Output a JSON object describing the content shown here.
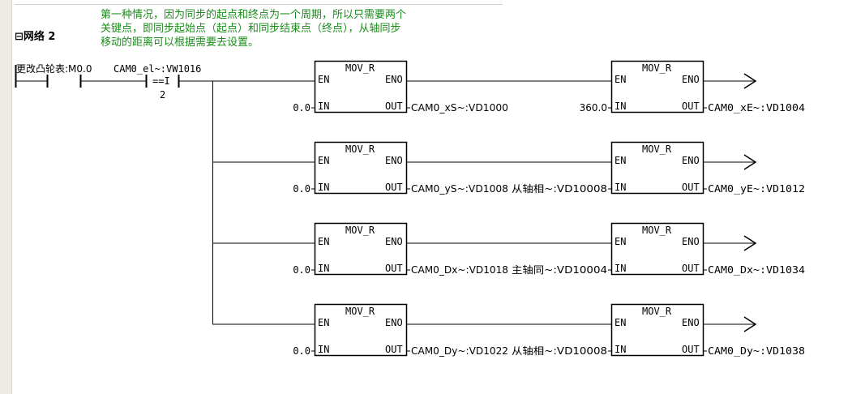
{
  "network": {
    "title": "网络 2",
    "collapse_glyph": "⊟"
  },
  "comment": "第一种情况，因为同步的起点和终点为一个周期，所以只需要两个\n关键点，即同步起始点（起点）和同步结束点（终点），从轴同步\n移动的距离可以根据需要去设置。",
  "contacts": {
    "first_label": "更改凸轮表:M0.0",
    "compare_label": "CAM0_el~:VW1016",
    "compare_op": "==I",
    "compare_value": "2"
  },
  "block": {
    "title": "MOV_R",
    "en": "EN",
    "eno": "ENO",
    "in": "IN",
    "out": "OUT"
  },
  "rows": [
    {
      "left_in": "0.0",
      "left_out": "CAM0_xS~:VD1000",
      "right_in": "360.0",
      "right_out": "CAM0_xE~:VD1004"
    },
    {
      "left_in": "0.0",
      "left_out": "CAM0_yS~:VD1008",
      "right_in": "从轴相~:VD10008",
      "right_out": "CAM0_yE~:VD1012"
    },
    {
      "left_in": "0.0",
      "left_out": "CAM0_Dx~:VD1018",
      "right_in": "主轴同~:VD10004",
      "right_out": "CAM0_Dx~:VD1034"
    },
    {
      "left_in": "0.0",
      "left_out": "CAM0_Dy~:VD1022",
      "right_in": "从轴相~:VD10008",
      "right_out": "CAM0_Dy~:VD1038"
    }
  ]
}
